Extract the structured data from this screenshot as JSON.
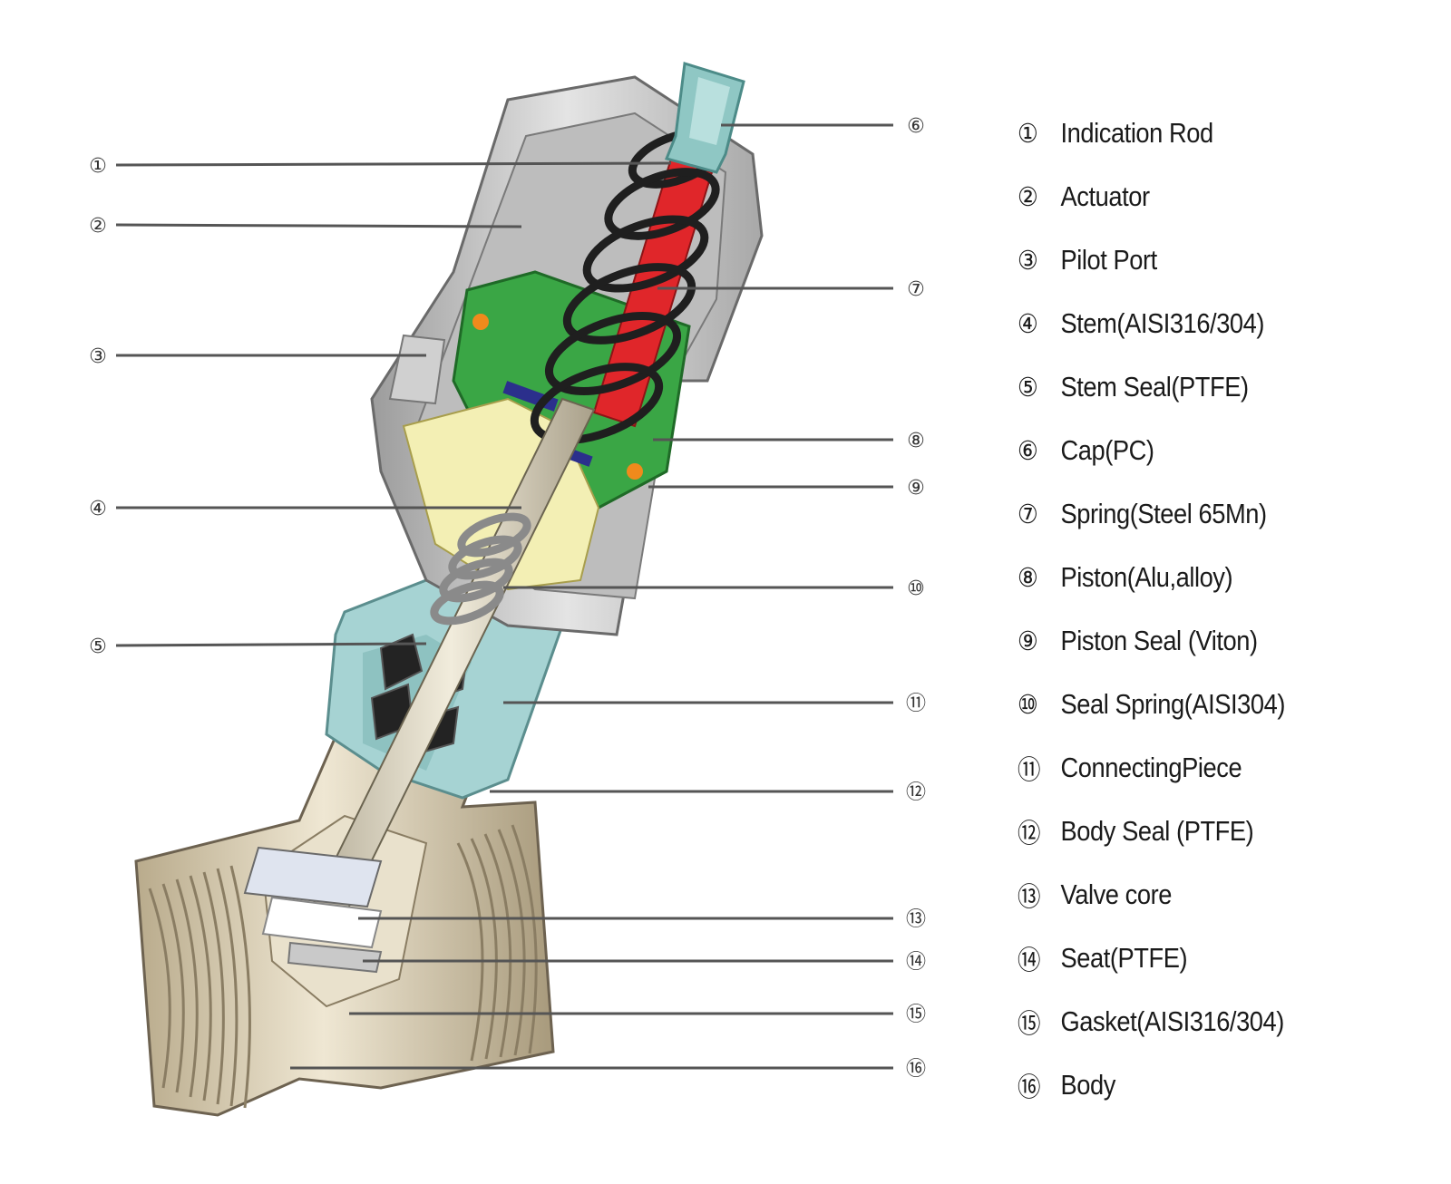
{
  "parts": [
    {
      "num": "①",
      "name": "Indication Rod"
    },
    {
      "num": "②",
      "name": "Actuator"
    },
    {
      "num": "③",
      "name": "Pilot  Port"
    },
    {
      "num": "④",
      "name": "Stem(AISI316/304)"
    },
    {
      "num": "⑤",
      "name": "Stem Seal(PTFE)"
    },
    {
      "num": "⑥",
      "name": "Cap(PC)"
    },
    {
      "num": "⑦",
      "name": "Spring(Steel 65Mn)"
    },
    {
      "num": "⑧",
      "name": "Piston(Alu,alloy)"
    },
    {
      "num": "⑨",
      "name": "Piston Seal (Viton)"
    },
    {
      "num": "⑩",
      "name": "Seal Spring(AISI304)"
    },
    {
      "num": "⑪",
      "name": "ConnectingPiece"
    },
    {
      "num": "⑫",
      "name": "Body Seal (PTFE)"
    },
    {
      "num": "⑬",
      "name": "Valve core"
    },
    {
      "num": "⑭",
      "name": "Seat(PTFE)"
    },
    {
      "num": "⑮",
      "name": "Gasket(AISI316/304)"
    },
    {
      "num": "⑯",
      "name": "Body"
    }
  ],
  "colors": {
    "actuator_housing": "#c9c9c9",
    "cap": "#8fc7c4",
    "spring": "#1f1f1f",
    "stem_red": "#e0262a",
    "piston_green": "#3aa645",
    "piston_yellow": "#f3efb4",
    "connecting_piece": "#a6d3d3",
    "body": "#c9bca0",
    "callout_line": "#555555"
  }
}
